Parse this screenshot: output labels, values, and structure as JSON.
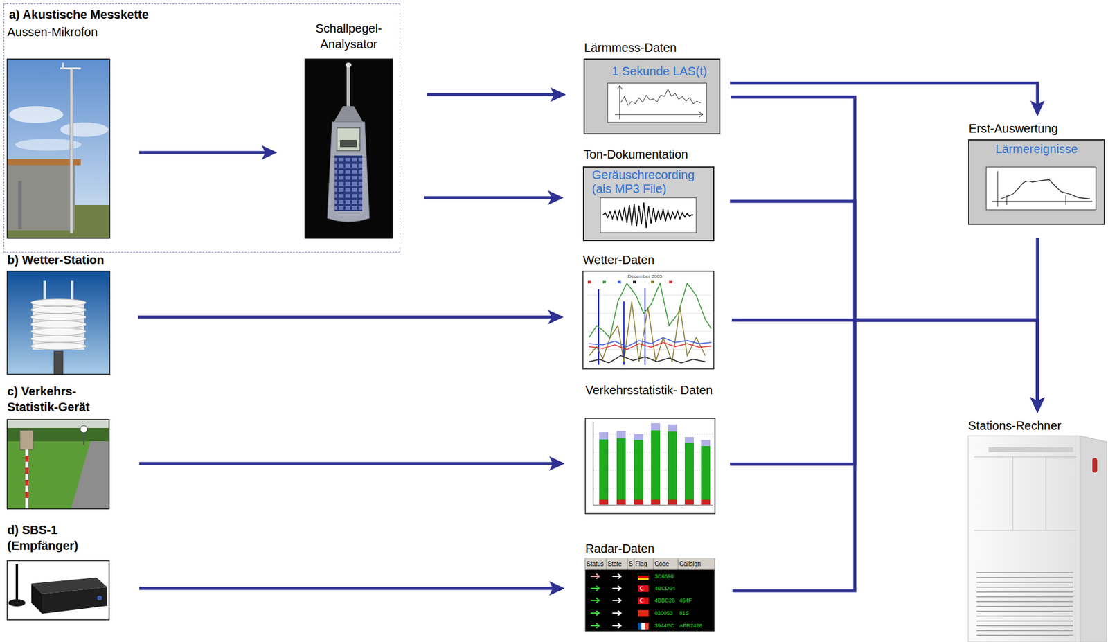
{
  "diagram": {
    "nodes": [
      {
        "text": [
          "a) Akustische Messkette"
        ]
      },
      {
        "text": [
          "Aussen-Mikrofon"
        ],
        "in": 0
      },
      {
        "text": [
          "Schallpegel- Analysator"
        ],
        "in": 0
      },
      {
        "text": [
          "Lärmmess-Daten",
          "1 Sekunde LAS(t)"
        ]
      },
      {
        "text": [
          "Erst-Auswertung",
          "Lärmereignisse"
        ]
      },
      {
        "text": [
          "Ton-Dokumentation",
          "Geräuschrecording (als MP3 File)"
        ]
      },
      {
        "text": [
          "b) Wetter-Station"
        ]
      },
      {
        "text": [
          "Wetter-Daten"
        ]
      },
      {
        "text": [
          "c) Verkehrs- Statistik-Gerät"
        ]
      },
      {
        "text": [
          "Verkehrsstatistik- Daten"
        ]
      },
      {
        "text": [
          "Stations-Rechner"
        ]
      },
      {
        "text": [
          "d) SBS-1 (Empfänger)"
        ]
      },
      {
        "text": [
          "Radar-Daten"
        ]
      }
    ],
    "edges": [
      {
        "from": 1,
        "to": 2,
        "arrow": "to"
      },
      {
        "from": 2,
        "to": 3,
        "arrow": "to"
      },
      {
        "from": 2,
        "to": 5,
        "arrow": "to"
      },
      {
        "from": 6,
        "to": 7,
        "arrow": "to"
      },
      {
        "from": 8,
        "to": 9,
        "arrow": "to"
      },
      {
        "from": 11,
        "to": 12,
        "arrow": "to"
      },
      {
        "from": 3,
        "to": 4,
        "arrow": "to"
      },
      {
        "from": 3,
        "to": 10,
        "arrow": "to"
      },
      {
        "from": 5,
        "to": 10,
        "arrow": "to"
      },
      {
        "from": 7,
        "to": 10,
        "arrow": "to"
      },
      {
        "from": 9,
        "to": 10,
        "arrow": "to"
      },
      {
        "from": 12,
        "to": 10,
        "arrow": "to"
      },
      {
        "from": 4,
        "to": 10,
        "arrow": "to"
      }
    ],
    "labels": [
      "December 2005",
      "Status",
      "State",
      "S",
      "Flag",
      "Code",
      "Callsign",
      "3C6598",
      "4BCD64",
      "4BBC28",
      "464F",
      "020053",
      "81S",
      "3944EC",
      "AFR2426"
    ]
  }
}
